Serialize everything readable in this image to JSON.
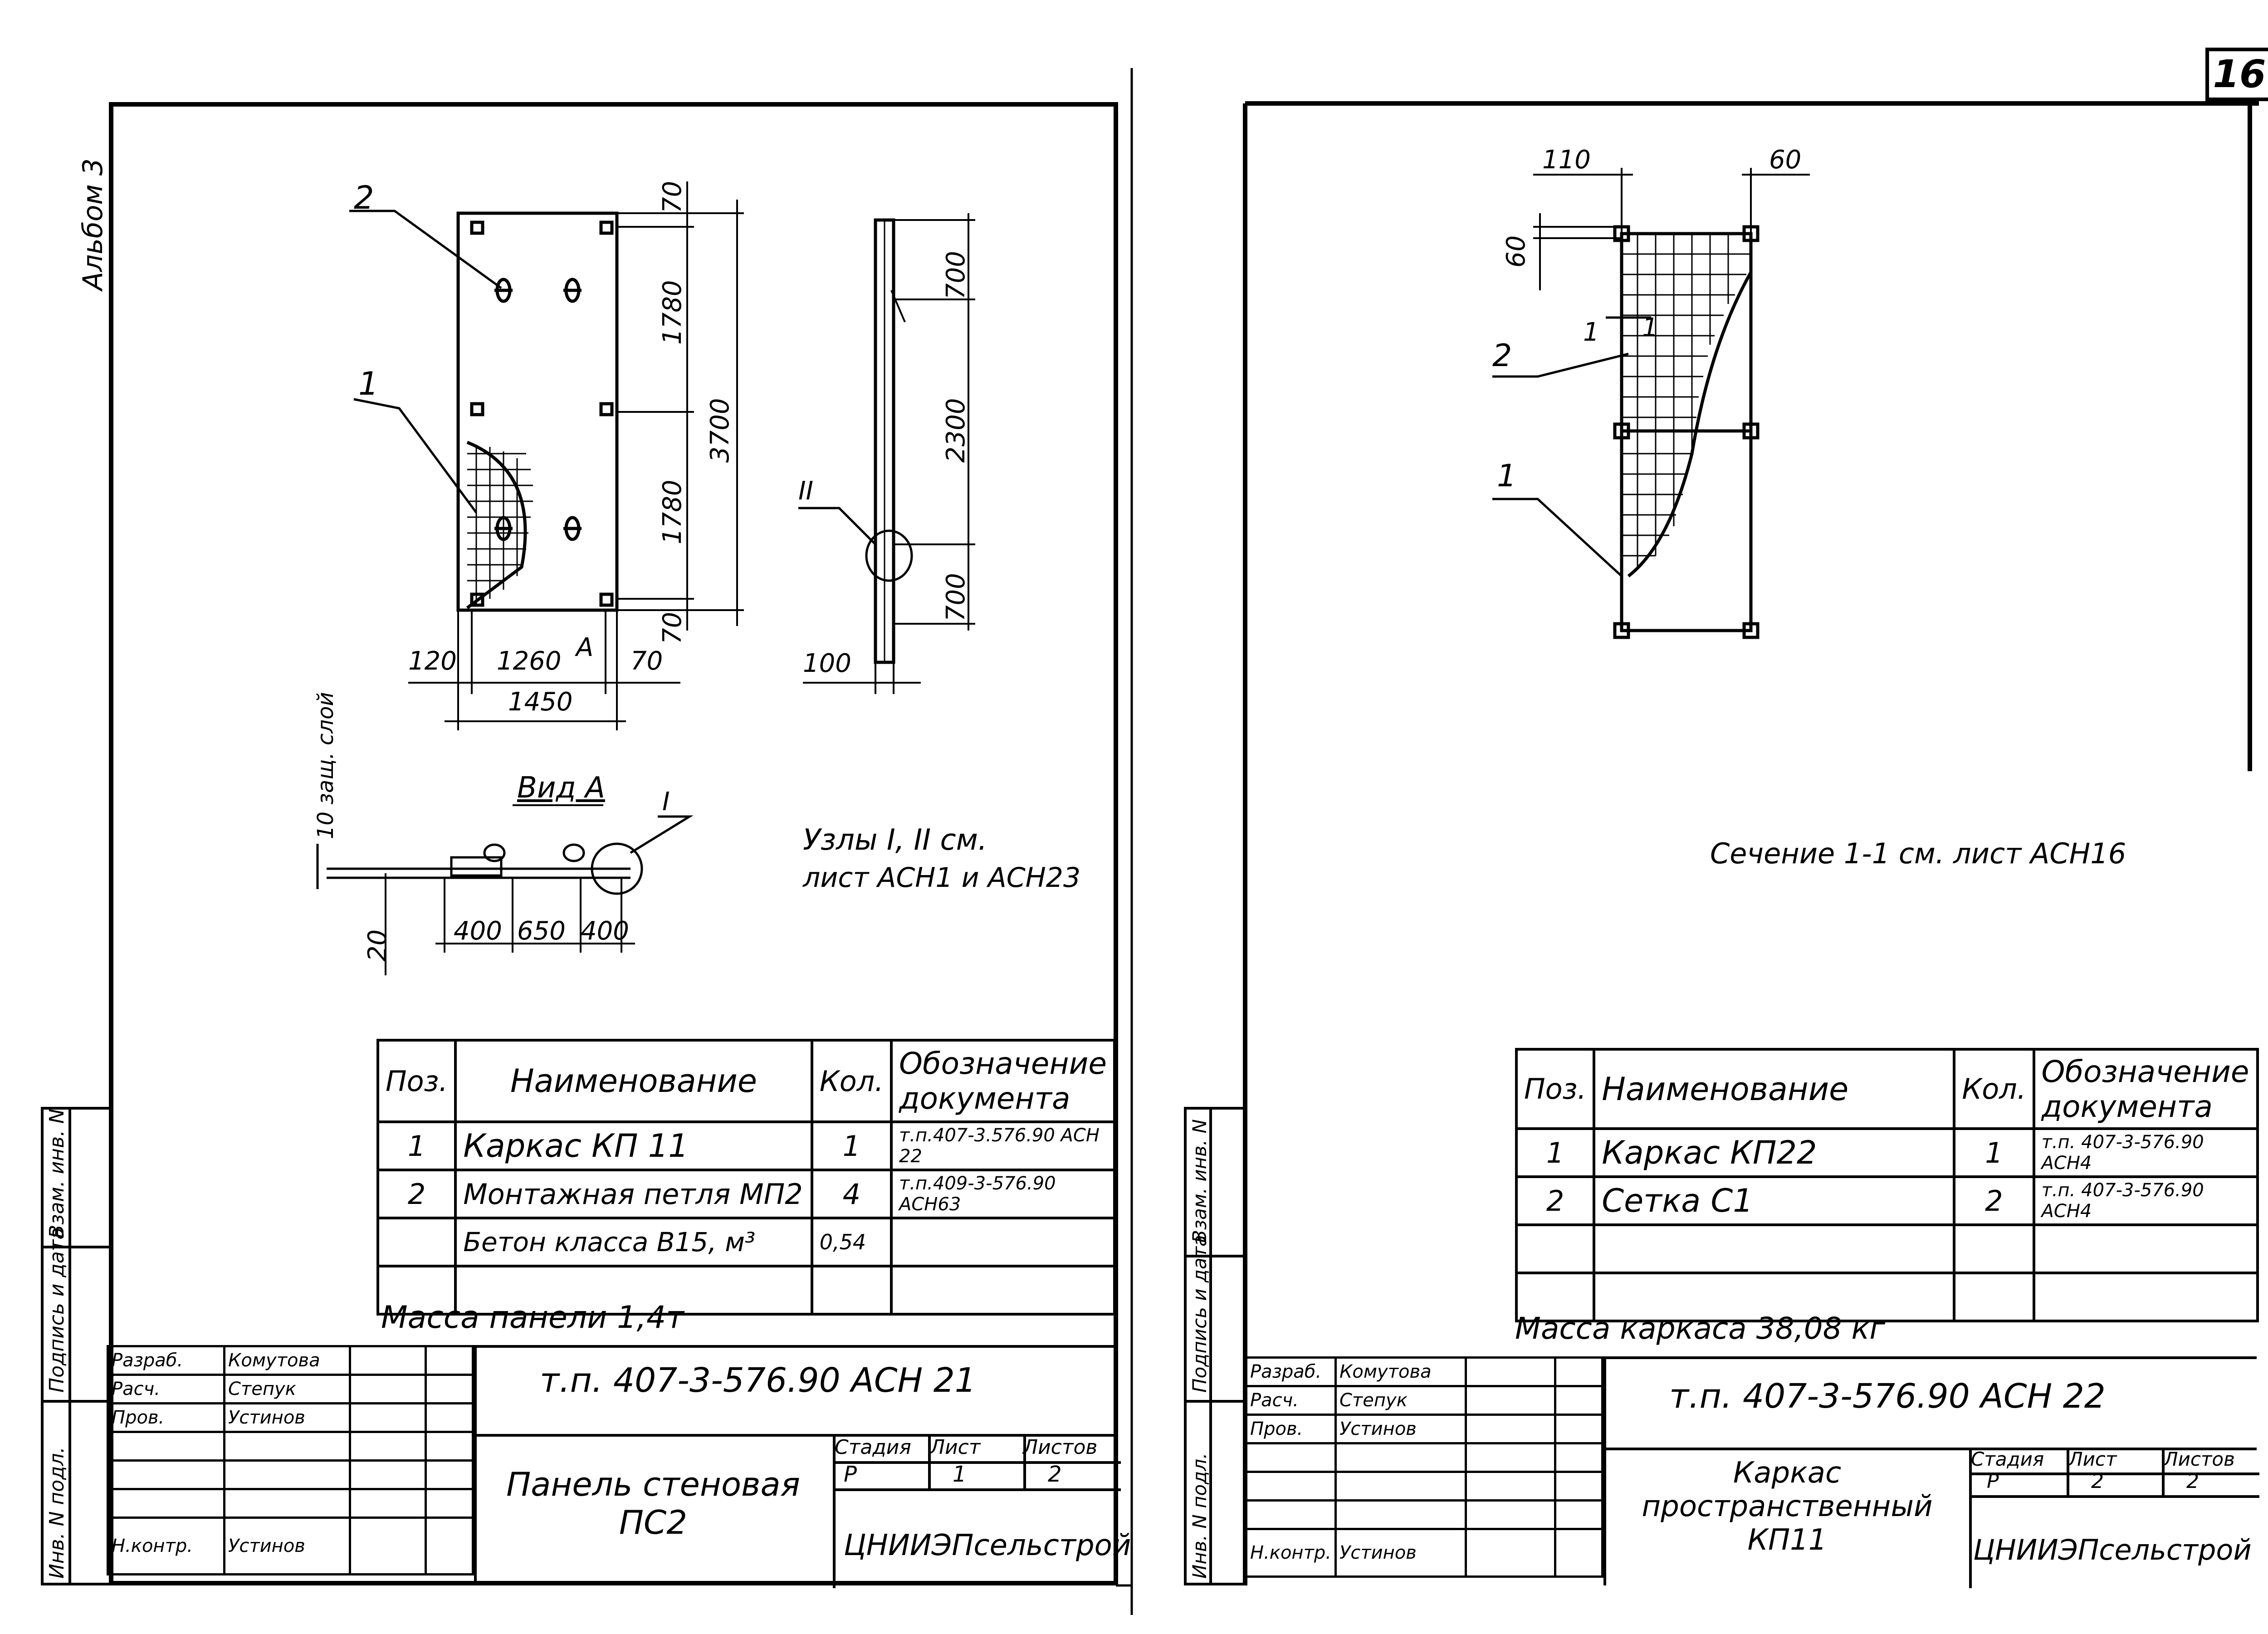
{
  "page_number": "16",
  "left": {
    "album_label": "Альбом 3",
    "side_stamp": [
      "Инв. N подл.",
      "Подпись и дата",
      "Взам. инв. N"
    ],
    "callouts": [
      "2",
      "1",
      "II",
      "I"
    ],
    "dims": {
      "d70a": "70",
      "d1780a": "1780",
      "d3700": "3700",
      "d1780b": "1780",
      "d70b": "70",
      "d120": "120",
      "d1260": "1260",
      "d70c": "70",
      "d1450": "1450",
      "d700a": "700",
      "d2300": "2300",
      "d700b": "700",
      "d100": "100",
      "d20": "20",
      "d400a": "400",
      "d650": "650",
      "d400b": "400",
      "section_a": "A",
      "layer": "10 защ. слой"
    },
    "view_label": "Вид А",
    "nodes_note_1": "Узлы I, II см.",
    "nodes_note_2": "лист АСН1 и АСН23",
    "spec_header": [
      "Поз.",
      "Наименование",
      "Кол.",
      "Обозначение документа"
    ],
    "spec_rows": [
      [
        "1",
        "Каркас КП 11",
        "1",
        "т.п.407-3.576.90 АСН 22"
      ],
      [
        "2",
        "Монтажная петля МП2",
        "4",
        "т.п.409-3-576.90 АСН63"
      ],
      [
        "",
        "Бетон класса В15, м³",
        "0,54",
        ""
      ],
      [
        "",
        "",
        "",
        ""
      ]
    ],
    "mass": "Масса панели 1,4т",
    "stamp": {
      "roles": [
        "Разраб.",
        "Расч.",
        "Пров.",
        "",
        "",
        "",
        "Н.контр."
      ],
      "names": [
        "Комутова",
        "Степук",
        "Устинов",
        "",
        "",
        "",
        "Устинов"
      ],
      "code": "т.п. 407-3-576.90 АСН 21",
      "title": "Панель стеновая ПС2",
      "stage_label": "Стадия",
      "sheet_label": "Лист",
      "sheets_label": "Листов",
      "stage": "Р",
      "sheet": "1",
      "sheets": "2",
      "org": "ЦНИИЭПсельстрой"
    }
  },
  "right": {
    "side_stamp": [
      "Инв. N подл.",
      "Подпись и дата",
      "Взам. инв. N"
    ],
    "callouts": [
      "2",
      "1"
    ],
    "dims": {
      "d110": "110",
      "d60a": "60",
      "d60b": "60",
      "sec1": "1",
      "sec2": "1"
    },
    "section_note": "Сечение 1-1 см. лист АСН16",
    "spec_header": [
      "Поз.",
      "Наименование",
      "Кол.",
      "Обозначение документа"
    ],
    "spec_rows": [
      [
        "1",
        "Каркас КП22",
        "1",
        "т.п. 407-3-576.90 АСН4"
      ],
      [
        "2",
        "Сетка С1",
        "2",
        "т.п. 407-3-576.90 АСН4"
      ],
      [
        "",
        "",
        "",
        ""
      ],
      [
        "",
        "",
        "",
        ""
      ]
    ],
    "mass": "Масса каркаса 38,08 кг",
    "stamp": {
      "roles": [
        "Разраб.",
        "Расч.",
        "Пров.",
        "",
        "",
        "",
        "Н.контр."
      ],
      "names": [
        "Комутова",
        "Степук",
        "Устинов",
        "",
        "",
        "",
        "Устинов"
      ],
      "code": "т.п. 407-3-576.90 АСН 22",
      "title": "Каркас пространственный КП11",
      "stage_label": "Стадия",
      "sheet_label": "Лист",
      "sheets_label": "Листов",
      "stage": "Р",
      "sheet": "2",
      "sheets": "2",
      "org": "ЦНИИЭПсельстрой"
    }
  }
}
